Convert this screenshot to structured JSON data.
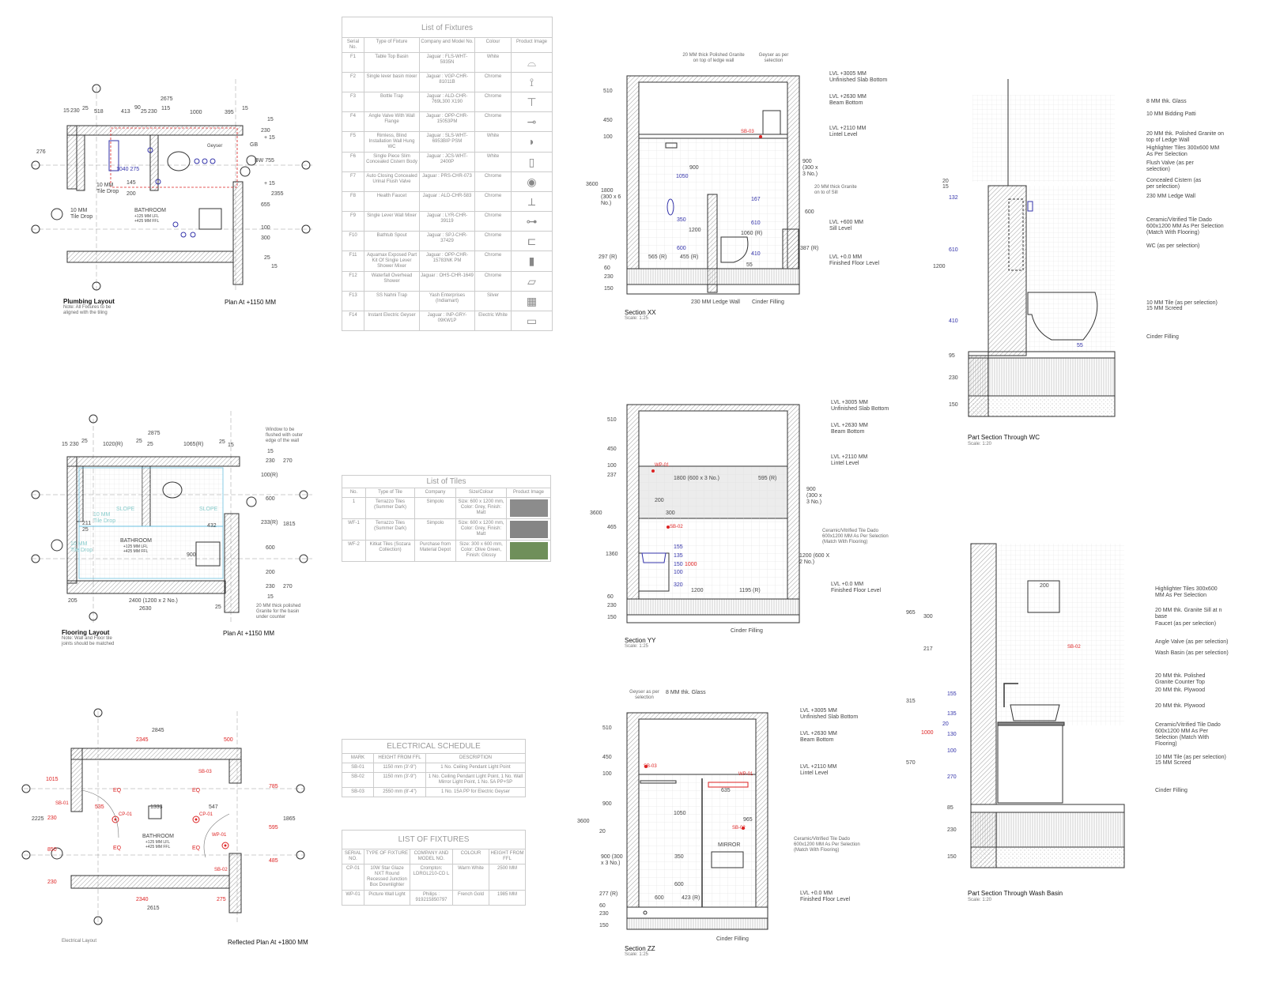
{
  "plumbing": {
    "title": "Plumbing Layout",
    "note": "Note: All Fixtures to be aligned with the tiling",
    "plan_label": "Plan At +1150 MM",
    "dims_top": [
      "2675",
      "15",
      "230",
      "25",
      "518",
      "413",
      "90",
      "25",
      "230",
      "115",
      "1000",
      "395",
      "15"
    ],
    "dims_right": [
      "15",
      "230",
      "+ 15",
      "GB",
      "BW 755",
      "+ 15",
      "2355",
      "655",
      "100",
      "300",
      "25",
      "15"
    ],
    "left_dim": "276",
    "labels": [
      "10 MM Tile Drop",
      "10 MM Tile Drop",
      "BATHROOM",
      "+125 MM LFL",
      "+425 MM FFL",
      "Geyser",
      "1040 275",
      "145",
      "200"
    ]
  },
  "flooring": {
    "title": "Flooring Layout",
    "note": "Note: Wall and Floor tile joints should be matched",
    "plan_label": "Plan At +1150 MM",
    "window_note": "Window to be flushed with outer edge of the wall",
    "granite_note": "20 MM thick polished Granite for the basin under counter",
    "dims_top": [
      "2875",
      "15",
      "230",
      "25",
      "1020(R)",
      "25",
      "25",
      "1065(R)",
      "25",
      "15"
    ],
    "dims_right": [
      "15",
      "230",
      "270",
      "100(R)",
      "600",
      "233(R)",
      "1815",
      "600",
      "200",
      "230",
      "270",
      "15"
    ],
    "dims_bottom": [
      "205",
      "2400 (1200 x 2 No.)",
      "25",
      "2630"
    ],
    "labels": [
      "SLOPE",
      "SLOPE",
      "10 MM Tile Drop",
      "10 MM Tile Drop",
      "BATHROOM",
      "+125 MM LFL",
      "+425 MM FFL",
      "432",
      "900",
      "211",
      "25"
    ]
  },
  "electrical": {
    "title": "Electrical Layout",
    "plan_label": "Reflected Plan At +1800 MM",
    "dims_top": [
      "2845",
      "2345",
      "500"
    ],
    "dims_left": [
      "1015",
      "2225",
      "850",
      "230"
    ],
    "dims_right": [
      "785",
      "1865",
      "595",
      "485"
    ],
    "dims_bottom": [
      "2340",
      "275",
      "2615"
    ],
    "marks": [
      "SB-01",
      "SB-03",
      "CP-01",
      "CP-01",
      "WP-01",
      "SB-02"
    ],
    "labels": [
      "EQ",
      "EQ",
      "EQ",
      "EQ",
      "535",
      "1333",
      "547",
      "230",
      "BATHROOM",
      "+125 MM LFL",
      "+425 MM FFL"
    ]
  },
  "fixtures": {
    "title": "List of Fixtures",
    "headers": [
      "Serial No.",
      "Type of Fixture",
      "Company and Model No.",
      "Colour",
      "Product Image"
    ],
    "rows": [
      [
        "F1",
        "Table Top Basin",
        "Jaguar : FLS-WHT-5935N",
        "White",
        "⌓"
      ],
      [
        "F2",
        "Single lever basin mixer",
        "Jaguar : VGP-CHR-81011B",
        "Chrome",
        "⟟"
      ],
      [
        "F3",
        "Bottle Trap",
        "Jaguar : ALD-CHR-769L300 X190",
        "Chrome",
        "⊤"
      ],
      [
        "F4",
        "Angle Valve With Wall Flange",
        "Jaguar : OPP-CHR-15053PM",
        "Chrome",
        "⊸"
      ],
      [
        "F5",
        "Rimless, Blind Installation Wall Hung WC",
        "Jaguar : SLS-WHT-6953BIP PSM",
        "White",
        "◗"
      ],
      [
        "F6",
        "Single Piece Slim Concealed Cistern Body",
        "Jaguar : JCS-WHT-2400P",
        "White",
        "▯"
      ],
      [
        "F7",
        "Auto Closing Concealed Urinal Flush Valve",
        "Jaguar : PRS-CHR-073",
        "Chrome",
        "◉"
      ],
      [
        "F8",
        "Health Faucet",
        "Jaguar : ALD-CHR-583",
        "Chrome",
        "⟂"
      ],
      [
        "F9",
        "Single Lever Wall Mixer",
        "Jaguar : LYR-CHR-39119",
        "Chrome",
        "⊶"
      ],
      [
        "F10",
        "Bathtub Spout",
        "Jaguar : SPJ-CHR-37429",
        "Chrome",
        "⊏"
      ],
      [
        "F11",
        "Aquamax Exposed Part Kit Of Single Lever Shower Mixer",
        "Jaguar : OPP-CHR-15783NK PM",
        "Chrome",
        "▮"
      ],
      [
        "F12",
        "Waterfall Overhead Shower",
        "Jaguar : OHS-CHR-1649",
        "Chrome",
        "▱"
      ],
      [
        "F13",
        "SS Nahni Trap",
        "Yash Enterprises (Indiamart)",
        "Silver",
        "▦"
      ],
      [
        "F14",
        "Instant Electric Geyser",
        "Jaguar : INP-GRY-09KW1P",
        "Electric White",
        "▭"
      ]
    ]
  },
  "tiles": {
    "title": "List of Tiles",
    "headers": [
      "No.",
      "Type of Tile",
      "Company",
      "Size/Colour",
      "Product Image"
    ],
    "rows": [
      [
        "1",
        "Terrazzo Tiles (Summer Dark)",
        "Simpolo",
        "Size: 600 x 1200 mm, Color: Grey, Finish: Matt",
        "#8c8c8c"
      ],
      [
        "WF-1",
        "Terrazzo Tiles (Summer Dark)",
        "Simpolo",
        "Size: 600 x 1200 mm, Color: Grey, Finish: Matt",
        "#858585"
      ],
      [
        "WF-2",
        "Kitkat Tiles (Sozara Collection)",
        "Purchase from Material Depot",
        "Size: 300 x 600 mm, Color: Olive Green, Finish: Glossy",
        "#6f8f5a"
      ]
    ]
  },
  "electrical_schedule": {
    "title": "ELECTRICAL SCHEDULE",
    "headers": [
      "MARK",
      "HEIGHT FROM FFL",
      "DESCRIPTION"
    ],
    "rows": [
      [
        "SB-01",
        "1150 mm (3'-9\")",
        "1 No. Ceiling Pendant Light Point"
      ],
      [
        "SB-02",
        "1150 mm (3'-9\")",
        "1 No. Ceiling Pendant Light Point, 1 No. Wall Mirror Light Point, 1 No. 5A PP+SP"
      ],
      [
        "SB-03",
        "2550 mm (8'-4\")",
        "1 No. 15A PP for Electric Geyser"
      ]
    ]
  },
  "light_fixtures": {
    "title": "LIST OF FIXTURES",
    "headers": [
      "SERIAL NO.",
      "TYPE OF FIXTURE",
      "COMPANY AND MODEL NO.",
      "COLOUR",
      "HEIGHT FROM FFL"
    ],
    "rows": [
      [
        "CP-01",
        "10W Star Glaze NXT Round Recessed Junction Box Downlighter",
        "Crompton: LDRGL210-CD L",
        "Warm White",
        "2500 MM"
      ],
      [
        "WP-01",
        "Picture Wall Light",
        "Philips : 919215850797",
        "French Gold",
        "1985 MM"
      ]
    ]
  },
  "section_xx": {
    "title": "Section XX",
    "scale": "Scale: 1:25",
    "top_notes": [
      "20 MM thick Polished Granite on top of ledge wall",
      "Geyser as per selection"
    ],
    "levels": [
      [
        "LVL +3005 MM",
        "Unfinished Slab Bottom"
      ],
      [
        "LVL +2630 MM",
        "Beam Bottom"
      ],
      [
        "LVL +2110 MM",
        "Lintel Level"
      ],
      [
        "LVL +600 MM",
        "Sill Level"
      ],
      [
        "LVL +0.0 MM",
        "Finished Floor Level"
      ]
    ],
    "dims_left": [
      "510",
      "450",
      "100",
      "3600",
      "1800 (300 x 6 No.)",
      "297 (R)",
      "60",
      "230",
      "150"
    ],
    "dims_inner": [
      "900",
      "1050",
      "350",
      "1200",
      "600",
      "565 (R)",
      "455 (R)",
      "167",
      "610",
      "1060 (R)",
      "410",
      "55",
      "900 (300 x 3 No.)",
      "600",
      "387 (R)"
    ],
    "granite_note": "20 MM thick Granite on to of Sill",
    "mark": "SB-03",
    "bottom_notes": [
      "230 MM Ledge Wall",
      "Cinder Filling"
    ]
  },
  "section_yy": {
    "title": "Section YY",
    "scale": "Scale: 1:25",
    "levels": [
      [
        "LVL +3005 MM",
        "Unfinished Slab Bottom"
      ],
      [
        "LVL +2630 MM",
        "Beam Bottom"
      ],
      [
        "LVL +2110 MM",
        "Lintel Level"
      ],
      [
        "LVL +0.0 MM",
        "Finished Floor Level"
      ]
    ],
    "dims_left": [
      "510",
      "450",
      "100",
      "237",
      "3600",
      "465",
      "1360",
      "60",
      "230",
      "150"
    ],
    "dims_inner": [
      "1800 (600 x 3 No.)",
      "595 (R)",
      "200",
      "300",
      "155",
      "135",
      "150",
      "100",
      "320",
      "1000",
      "1200",
      "1195 (R)",
      "900 (300 x 3 No.)",
      "1200 (600 X 2 No.)"
    ],
    "marks": [
      "WP-01",
      "SB-02"
    ],
    "dado_note": "Ceramic/Vitrified Tile Dado 600x1200 MM As Per Selection (Match With Flooring)",
    "bottom_notes": [
      "Cinder Filling"
    ]
  },
  "section_zz": {
    "title": "Section ZZ",
    "scale": "Scale: 1:25",
    "top_notes": [
      "Geyser as per selection",
      "8 MM thk. Glass"
    ],
    "levels": [
      [
        "LVL +3005 MM",
        "Unfinished Slab Bottom"
      ],
      [
        "LVL +2630 MM",
        "Beam Bottom"
      ],
      [
        "LVL +2110 MM",
        "Lintel Level"
      ],
      [
        "LVL +0.0 MM",
        "Finished Floor Level"
      ]
    ],
    "dims_left": [
      "510",
      "450",
      "100",
      "900",
      "3600",
      "20",
      "900 (300 x 3 No.)",
      "277 (R)",
      "60",
      "230",
      "150"
    ],
    "dims_inner": [
      "1050",
      "350",
      "600",
      "600",
      "423 (R)",
      "635",
      "965",
      "MIRROR"
    ],
    "marks": [
      "SB-03",
      "WP-01",
      "SB-02"
    ],
    "dado_note": "Ceramic/Vitrified Tile Dado 600x1200 MM As Per Selection (Match With Flooring)",
    "bottom_notes": [
      "Cinder Filling"
    ]
  },
  "part_wc": {
    "title": "Part Section Through WC",
    "scale": "Scale: 1:20",
    "callouts": [
      "8 MM thk. Glass",
      "10 MM Bidding Patti",
      "20 MM thk. Polished Granite on top of Ledge Wall",
      "Highlighter Tiles 300x600 MM As Per Selection",
      "Flush Valve (as per selection)",
      "Concealed Cistern (as per selection)",
      "230 MM Ledge Wall",
      "Ceramic/Vitrified Tile Dado 600x1200 MM As Per Selection (Match With Flooring)",
      "WC (as per selection)",
      "10 MM Tile (as per selection)",
      "15 MM Screed",
      "Cinder Filling"
    ],
    "dims": [
      "20",
      "15",
      "132",
      "610",
      "1200",
      "410",
      "55",
      "95",
      "230",
      "150"
    ]
  },
  "part_basin": {
    "title": "Part Section Through Wash Basin",
    "scale": "Scale: 1:20",
    "callouts": [
      "Highlighter Tiles 300x600 MM As Per Selection",
      "20 MM thk. Granite Sill at n base",
      "Faucet (as per selection)",
      "Angle Valve (as per selection)",
      "Wash Basin (as per selection)",
      "20 MM thk. Polished Granite Counter Top",
      "20 MM thk. Plywood",
      "20 MM thk. Plywood",
      "Ceramic/Vitrified Tile Dado 600x1200 MM As Per Selection (Match With Flooring)",
      "10 MM Tile (as per selection)",
      "15 MM Screed",
      "Cinder Filling"
    ],
    "dims": [
      "200",
      "965",
      "300",
      "217",
      "315",
      "155",
      "135",
      "20",
      "130",
      "1000",
      "570",
      "100",
      "270",
      "85",
      "230",
      "150"
    ],
    "mark": "SB-02"
  },
  "colors": {
    "line": "#333333",
    "hatch": "#888888",
    "red": "#dd2222",
    "blue": "#3344aa",
    "cyan": "#6bc0e0",
    "grid": "#cccccc"
  }
}
